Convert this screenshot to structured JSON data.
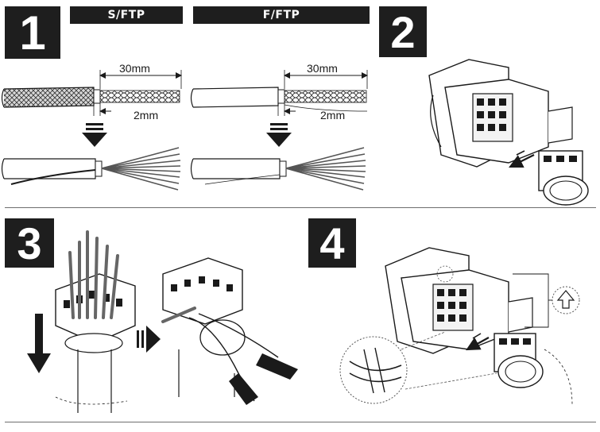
{
  "steps": [
    {
      "number": "1"
    },
    {
      "number": "2"
    },
    {
      "number": "3"
    },
    {
      "number": "4"
    }
  ],
  "cable_types": {
    "sftp": "S/FTP",
    "fftp": "F/FTP"
  },
  "dimensions": {
    "strip_length": "30mm",
    "shield_length": "2mm"
  }
}
